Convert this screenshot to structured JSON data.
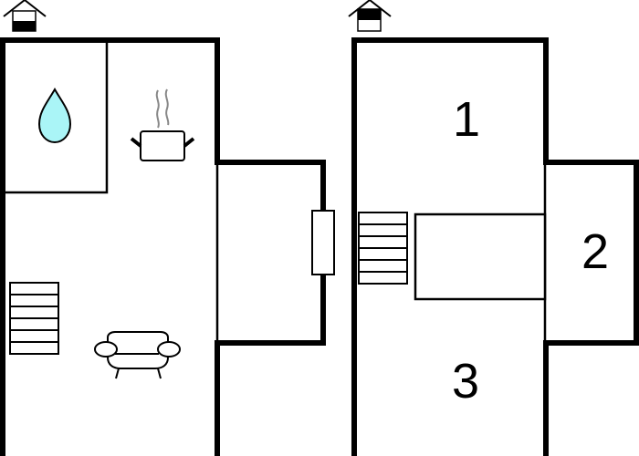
{
  "diagram": {
    "type": "floor-plan",
    "colors": {
      "wall": "#000000",
      "water_drop_fill": "#aaf5f7",
      "steam": "#888888",
      "background": "#ffffff"
    },
    "floors": [
      {
        "id": "ground-floor",
        "house_icon": "house-ground-floor-icon",
        "icons": [
          "bathroom-water-drop-icon",
          "kitchen-pot-icon",
          "stairs-icon",
          "living-room-sofa-icon",
          "window-icon"
        ]
      },
      {
        "id": "upper-floor",
        "house_icon": "house-upper-floor-icon",
        "icons": [
          "stairs-icon"
        ],
        "rooms": [
          {
            "label": "1"
          },
          {
            "label": "2"
          },
          {
            "label": "3"
          }
        ]
      }
    ]
  }
}
